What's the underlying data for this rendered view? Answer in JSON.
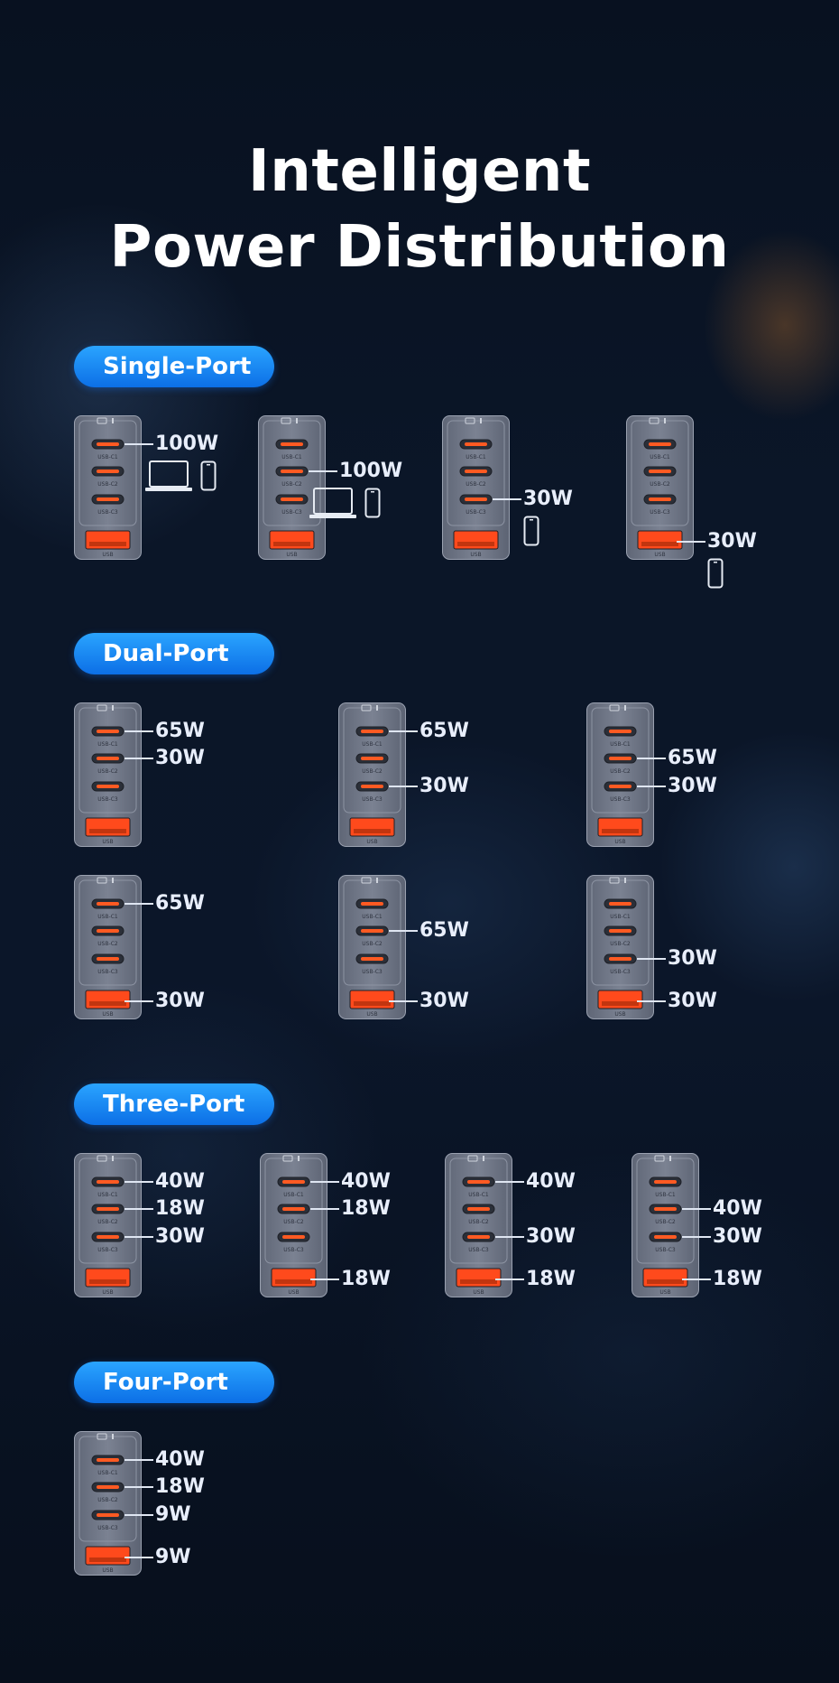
{
  "title": {
    "line1": "Intelligent",
    "line2": "Power Distribution"
  },
  "sections": [
    {
      "label": "Single-Port",
      "configs": [
        {
          "outputs": [
            {
              "port": "USB-C1",
              "power": "100W"
            }
          ],
          "devices": [
            "laptop-icon",
            "phone-icon"
          ]
        },
        {
          "outputs": [
            {
              "port": "USB-C2",
              "power": "100W"
            }
          ],
          "devices": [
            "laptop-icon",
            "phone-icon"
          ]
        },
        {
          "outputs": [
            {
              "port": "USB-C3",
              "power": "30W"
            }
          ],
          "devices": [
            "phone-icon"
          ]
        },
        {
          "outputs": [
            {
              "port": "USB",
              "power": "30W"
            }
          ],
          "devices": [
            "phone-icon"
          ]
        }
      ]
    },
    {
      "label": "Dual-Port",
      "configs": [
        {
          "outputs": [
            {
              "port": "USB-C1",
              "power": "65W"
            },
            {
              "port": "USB-C2",
              "power": "30W"
            }
          ]
        },
        {
          "outputs": [
            {
              "port": "USB-C1",
              "power": "65W"
            },
            {
              "port": "USB-C3",
              "power": "30W"
            }
          ]
        },
        {
          "outputs": [
            {
              "port": "USB-C2",
              "power": "65W"
            },
            {
              "port": "USB-C3",
              "power": "30W"
            }
          ]
        },
        {
          "outputs": [
            {
              "port": "USB-C1",
              "power": "65W"
            },
            {
              "port": "USB",
              "power": "30W"
            }
          ]
        },
        {
          "outputs": [
            {
              "port": "USB-C2",
              "power": "65W"
            },
            {
              "port": "USB",
              "power": "30W"
            }
          ]
        },
        {
          "outputs": [
            {
              "port": "USB-C3",
              "power": "30W"
            },
            {
              "port": "USB",
              "power": "30W"
            }
          ]
        }
      ]
    },
    {
      "label": "Three-Port",
      "configs": [
        {
          "outputs": [
            {
              "port": "USB-C1",
              "power": "40W"
            },
            {
              "port": "USB-C2",
              "power": "18W"
            },
            {
              "port": "USB-C3",
              "power": "30W"
            }
          ]
        },
        {
          "outputs": [
            {
              "port": "USB-C1",
              "power": "40W"
            },
            {
              "port": "USB-C2",
              "power": "18W"
            },
            {
              "port": "USB",
              "power": "18W"
            }
          ]
        },
        {
          "outputs": [
            {
              "port": "USB-C1",
              "power": "40W"
            },
            {
              "port": "USB-C3",
              "power": "30W"
            },
            {
              "port": "USB",
              "power": "18W"
            }
          ]
        },
        {
          "outputs": [
            {
              "port": "USB-C2",
              "power": "40W"
            },
            {
              "port": "USB-C3",
              "power": "30W"
            },
            {
              "port": "USB",
              "power": "18W"
            }
          ]
        }
      ]
    },
    {
      "label": "Four-Port",
      "configs": [
        {
          "outputs": [
            {
              "port": "USB-C1",
              "power": "40W"
            },
            {
              "port": "USB-C2",
              "power": "18W"
            },
            {
              "port": "USB-C3",
              "power": "9W"
            },
            {
              "port": "USB",
              "power": "9W"
            }
          ]
        }
      ]
    }
  ],
  "charger_port_labels": [
    "USB-C1",
    "USB-C2",
    "USB-C3",
    "USB"
  ]
}
